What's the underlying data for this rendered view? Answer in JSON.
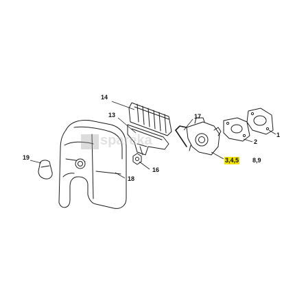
{
  "labels": {
    "l1": "1",
    "l2": "2",
    "l345": "3,4,5",
    "l89": "8,9",
    "l13": "13",
    "l14": "14",
    "l16": "16",
    "l17": "17",
    "l18": "18",
    "l19": "19"
  },
  "watermark": {
    "text": "spareka"
  },
  "colors": {
    "line": "#1a1a1a",
    "highlight": "#f2e200",
    "fill": "#ffffff"
  },
  "parts": [
    "gasket-1",
    "gasket-2",
    "carburetor",
    "air-filter-14",
    "filter-base-13",
    "nut-16",
    "rod-17",
    "shroud-18",
    "knob-19"
  ]
}
